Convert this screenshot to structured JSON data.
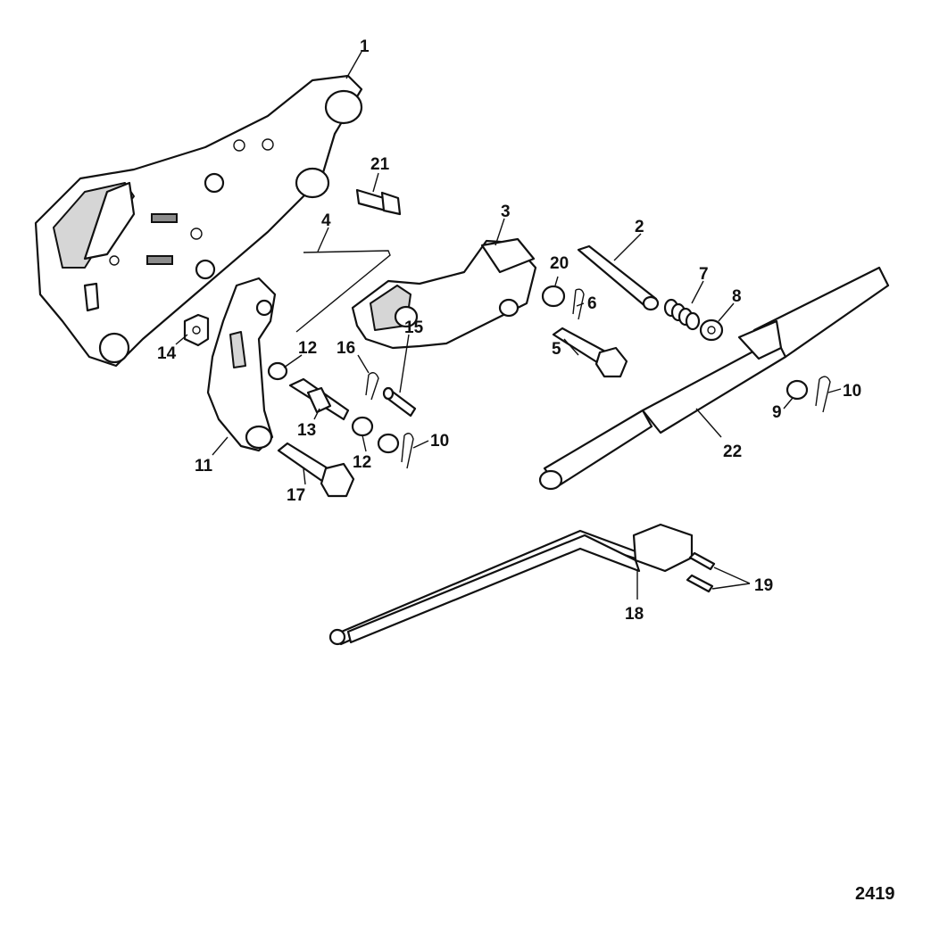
{
  "diagram": {
    "callouts": [
      {
        "key": "p1",
        "label": "1"
      },
      {
        "key": "p2",
        "label": "2"
      },
      {
        "key": "p3",
        "label": "3"
      },
      {
        "key": "p4",
        "label": "4"
      },
      {
        "key": "p5",
        "label": "5"
      },
      {
        "key": "p6",
        "label": "6"
      },
      {
        "key": "p7",
        "label": "7"
      },
      {
        "key": "p8",
        "label": "8"
      },
      {
        "key": "p9",
        "label": "9"
      },
      {
        "key": "p10a",
        "label": "10"
      },
      {
        "key": "p10b",
        "label": "10"
      },
      {
        "key": "p11",
        "label": "11"
      },
      {
        "key": "p12a",
        "label": "12"
      },
      {
        "key": "p12b",
        "label": "12"
      },
      {
        "key": "p13",
        "label": "13"
      },
      {
        "key": "p14",
        "label": "14"
      },
      {
        "key": "p15",
        "label": "15"
      },
      {
        "key": "p16",
        "label": "16"
      },
      {
        "key": "p17",
        "label": "17"
      },
      {
        "key": "p18",
        "label": "18"
      },
      {
        "key": "p19",
        "label": "19"
      },
      {
        "key": "p20",
        "label": "20"
      },
      {
        "key": "p21",
        "label": "21"
      },
      {
        "key": "p22",
        "label": "22"
      }
    ],
    "figure_number": "2419"
  }
}
